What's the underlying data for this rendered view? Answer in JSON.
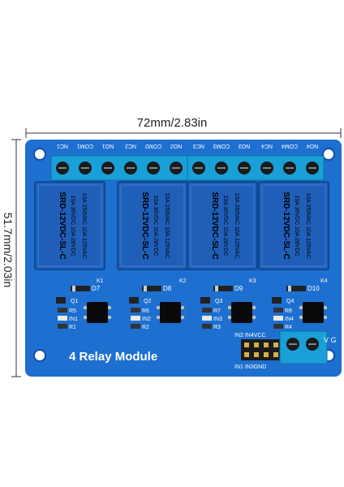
{
  "dimensions": {
    "width_label": "72mm/2.83in",
    "height_label": "51.7mm/2.03in"
  },
  "board": {
    "title": "4 Relay Module",
    "colors": {
      "pcb": "#1d6fd0",
      "pcb_dark": "#0f4fa8",
      "relay": "#1f5fb8",
      "terminal": "#1aa0d8",
      "silk": "#ffffff"
    },
    "terminal_labels": [
      "NC1",
      "COM1",
      "NO1",
      "NC2",
      "COM2",
      "NO2",
      "NC3",
      "COM3",
      "NO3",
      "NC4",
      "COM4",
      "NO4"
    ],
    "relay_text": {
      "line1": "10A 250VAC  10A 125VAC",
      "line2": "10A 30VDC  10A 28VDC",
      "model": "SRD-12VDC-SL-C"
    },
    "relay_ids": [
      "K1",
      "K2",
      "K3",
      "K4"
    ],
    "diode_ids": [
      "D7",
      "D8",
      "D9",
      "D10"
    ],
    "channels": [
      {
        "q": "Q1",
        "r1": "R5",
        "in": "IN1",
        "r2": "R1"
      },
      {
        "q": "Q2",
        "r1": "R6",
        "in": "IN2",
        "r2": "R2"
      },
      {
        "q": "Q3",
        "r1": "R7",
        "in": "IN3",
        "r2": "R3"
      },
      {
        "q": "Q4",
        "r1": "R8",
        "in": "IN4",
        "r2": "R4"
      }
    ],
    "header_labels": {
      "top": "IN2 IN4VCC",
      "bottom": "IN1 IN3GND"
    },
    "power_label": "V G"
  }
}
